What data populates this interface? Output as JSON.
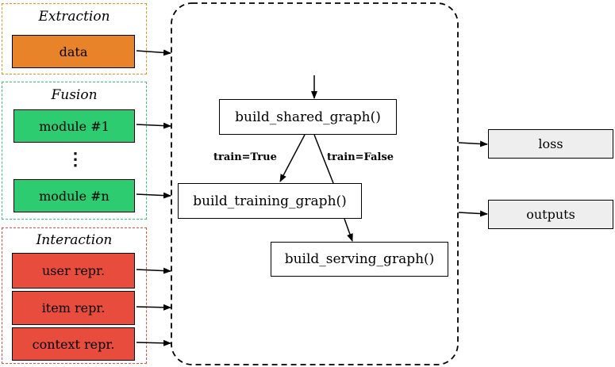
{
  "groups": {
    "extraction": {
      "title": "Extraction",
      "color": "#f28c1e"
    },
    "fusion": {
      "title": "Fusion",
      "color": "#2ecc71"
    },
    "interaction": {
      "title": "Interaction",
      "color": "#e74c3c"
    }
  },
  "inputs": {
    "data": "data",
    "module_1": "module #1",
    "module_ellipsis": "⋮",
    "module_n": "module #n",
    "user_repr": "user repr.",
    "item_repr": "item repr.",
    "context_repr": "context repr."
  },
  "functions": {
    "shared": "build_shared_graph()",
    "training": "build_training_graph()",
    "serving": "build_serving_graph()"
  },
  "edge_labels": {
    "train_true": "train=True",
    "train_false": "train=False"
  },
  "outputs": {
    "loss": "loss",
    "outputs": "outputs"
  },
  "colors": {
    "extraction_fill": "#e8832a",
    "fusion_fill": "#2ecc71",
    "interaction_fill": "#e74c3c",
    "output_fill": "#eeeeee"
  }
}
